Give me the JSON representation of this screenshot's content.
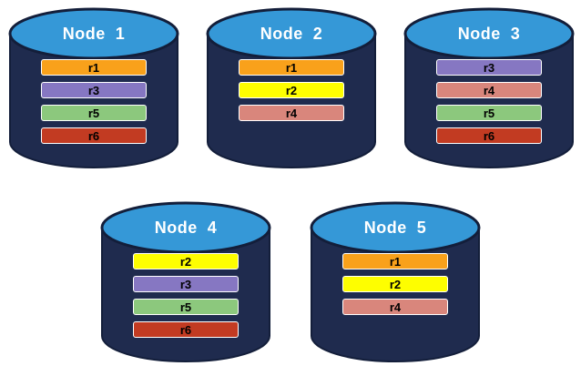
{
  "colors": {
    "page_background": "#FFFFFF",
    "cylinder_body": "#1F2B4E",
    "cylinder_outline": "#131E3A",
    "cylinder_top": "#3598D7",
    "node_title_text": "#FFFFFF",
    "replica_label_text": "#000000",
    "bar_border": "#FFFFFF",
    "replicas": {
      "r1": "#F9A11B",
      "r2": "#FEFE00",
      "r3": "#8677C2",
      "r4": "#D9867C",
      "r5": "#8CC87D",
      "r6": "#C23B22"
    }
  },
  "nodes": [
    {
      "label": "Node  1",
      "replicas": [
        "r1",
        "r3",
        "r5",
        "r6"
      ]
    },
    {
      "label": "Node  2",
      "replicas": [
        "r1",
        "r2",
        "r4"
      ]
    },
    {
      "label": "Node  3",
      "replicas": [
        "r3",
        "r4",
        "r5",
        "r6"
      ]
    },
    {
      "label": "Node  4",
      "replicas": [
        "r2",
        "r3",
        "r5",
        "r6"
      ]
    },
    {
      "label": "Node  5",
      "replicas": [
        "r1",
        "r2",
        "r4"
      ]
    }
  ]
}
